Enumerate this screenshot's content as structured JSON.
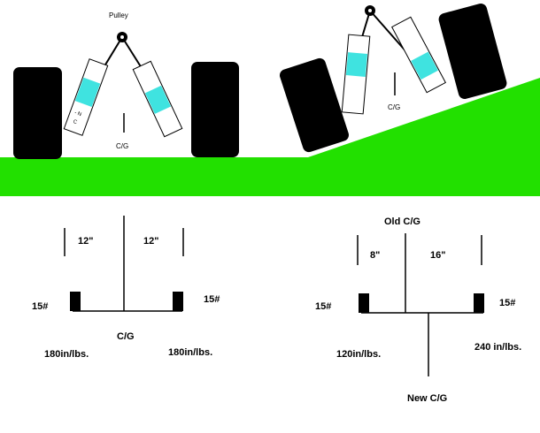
{
  "top_left": {
    "pulley_label": "Pulley",
    "cg_label": "C/G",
    "cylinder_markings": [
      "- N",
      "C"
    ]
  },
  "top_right": {
    "cg_label": "C/G"
  },
  "bottom_left": {
    "dim_left": "12\"",
    "dim_right": "12\"",
    "weight_left": "15#",
    "weight_right": "15#",
    "cg_label": "C/G",
    "moment_left": "180in/lbs.",
    "moment_right": "180in/lbs."
  },
  "bottom_right": {
    "old_cg_label": "Old C/G",
    "dim_left": "8\"",
    "dim_right": "16\"",
    "weight_left": "15#",
    "weight_right": "15#",
    "moment_left": "120in/lbs.",
    "moment_right": "240 in/lbs.",
    "new_cg_label": "New C/G"
  },
  "colors": {
    "ground": "#22e000",
    "wheel": "#000000",
    "cylinder_fill": "#3fe3e0",
    "cylinder_outline": "#000000",
    "line": "#000000"
  }
}
